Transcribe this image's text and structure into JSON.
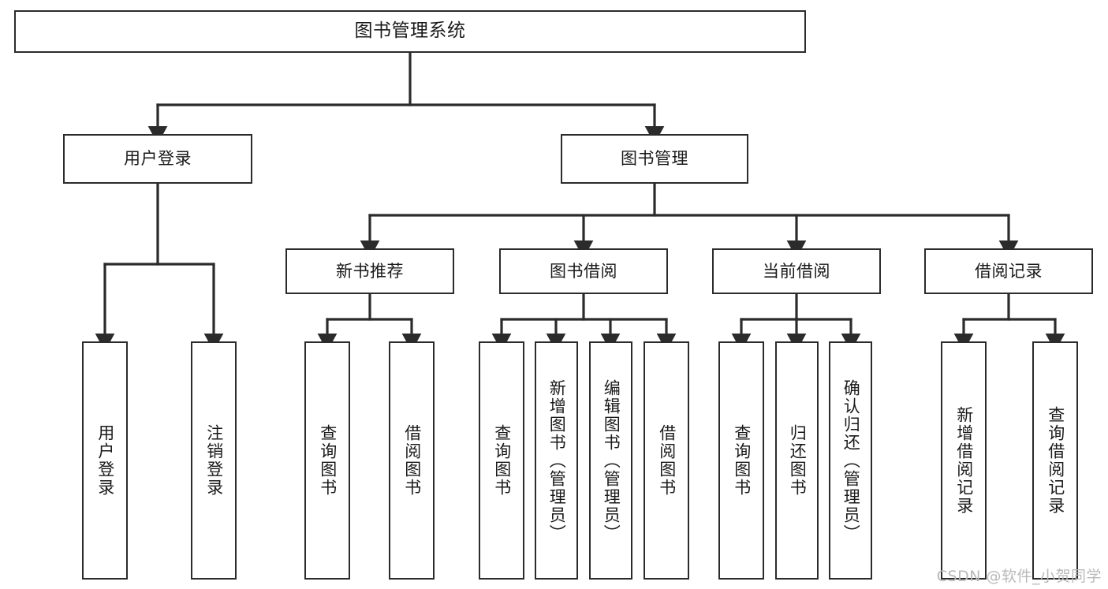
{
  "diagram": {
    "title": "图书管理系统",
    "type": "tree-hierarchy-chart",
    "watermark": "CSDN @软件_小贺同学",
    "colors": {
      "box_border": "#2b2b2b",
      "box_fill": "#ffffff",
      "edge": "#2b2b2b",
      "text": "#1a1a1a",
      "watermark": "#b9b9b9",
      "background": "#ffffff"
    },
    "nodes": {
      "root": {
        "label": "图书管理系统"
      },
      "level1": [
        {
          "label": "用户登录"
        },
        {
          "label": "图书管理"
        }
      ],
      "level2": [
        {
          "label": "新书推荐"
        },
        {
          "label": "图书借阅"
        },
        {
          "label": "当前借阅"
        },
        {
          "label": "借阅记录"
        }
      ],
      "leaves": {
        "user_login": [
          {
            "label": "用户登录"
          },
          {
            "label": "注销登录"
          }
        ],
        "new_book_recommend": [
          {
            "label": "查询图书"
          },
          {
            "label": "借阅图书"
          }
        ],
        "book_borrow": [
          {
            "label": "查询图书"
          },
          {
            "label": "新增图书（管理员）"
          },
          {
            "label": "编辑图书（管理员）"
          },
          {
            "label": "借阅图书"
          }
        ],
        "current_borrow": [
          {
            "label": "查询图书"
          },
          {
            "label": "归还图书"
          },
          {
            "label": "确认归还（管理员）"
          }
        ],
        "borrow_records": [
          {
            "label": "新增借阅记录"
          },
          {
            "label": "查询借阅记录"
          }
        ]
      }
    }
  }
}
